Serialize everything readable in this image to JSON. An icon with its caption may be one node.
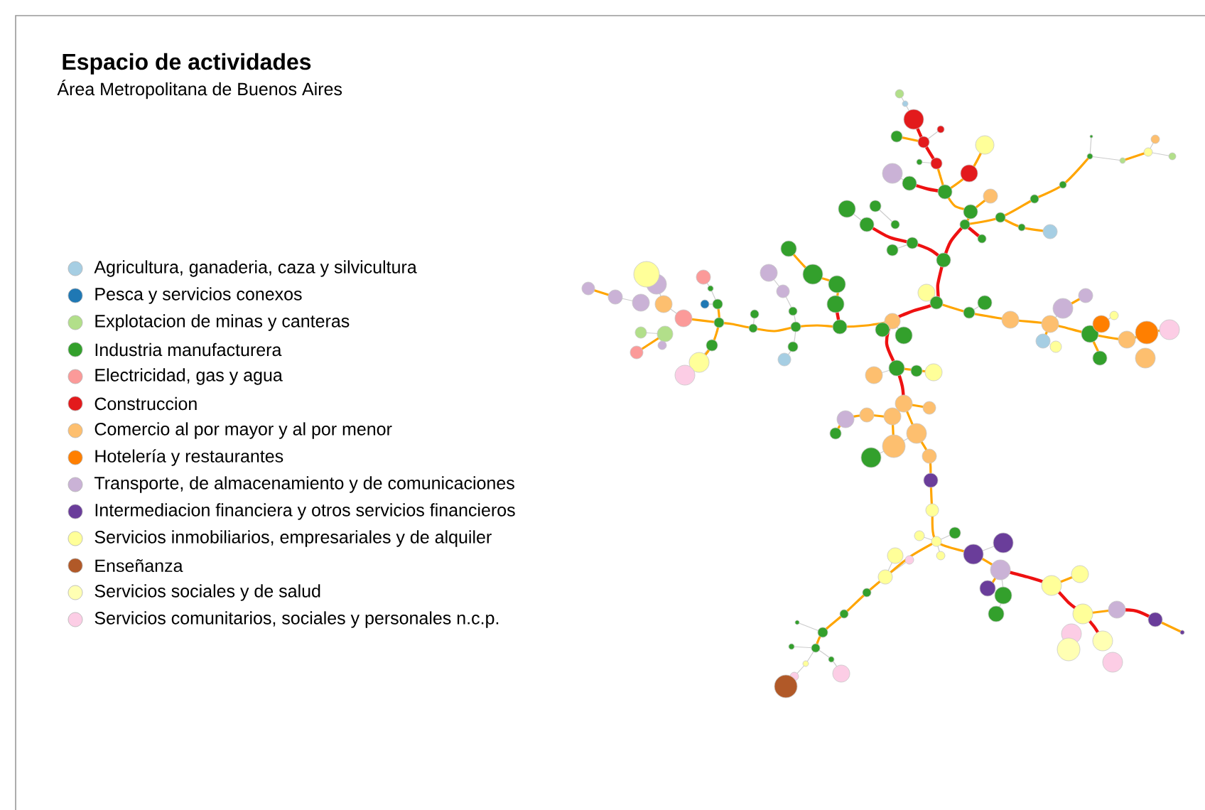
{
  "diagram": {
    "title": "Espacio de actividades",
    "caption": "Área Metropolitana de Buenos Aires",
    "legend": [
      {
        "text": "Agricultura, ganaderia, caza y silvicultura",
        "color": "#a6cee3"
      },
      {
        "text": "Pesca y servicios conexos",
        "color": "#1f78b4"
      },
      {
        "text": "Explotacion  de  minas  y  canteras",
        "color": "#b2df8a"
      },
      {
        "text": "Industria manufacturera",
        "color": "#33a02c"
      },
      {
        "text": "Electricidad, gas y agua",
        "color": "#fb9a99"
      },
      {
        "text": "Construccion",
        "color": "#e31a1c"
      },
      {
        "text": "Comercio al por mayor y al por menor",
        "color": "#fdbf6f"
      },
      {
        "text": "Hotelería y restaurantes",
        "color": "#ff7f00"
      },
      {
        "text": "Transporte, de almacenamiento y de comunicaciones",
        "color": "#cab2d6"
      },
      {
        "text": "Intermediacion financiera y otros servicios financieros",
        "color": "#6a3d9a"
      },
      {
        "text": "Servicios inmobiliarios, empresariales y de alquiler",
        "color": "#ffff99"
      },
      {
        "text": "Enseñanza",
        "color": "#b15928"
      },
      {
        "text": "Servicios sociales y de salud",
        "color": "#ffffb3"
      },
      {
        "text": "Servicios comunitarios, sociales y personales n.c.p.",
        "color": "#fccde5"
      }
    ]
  }
}
